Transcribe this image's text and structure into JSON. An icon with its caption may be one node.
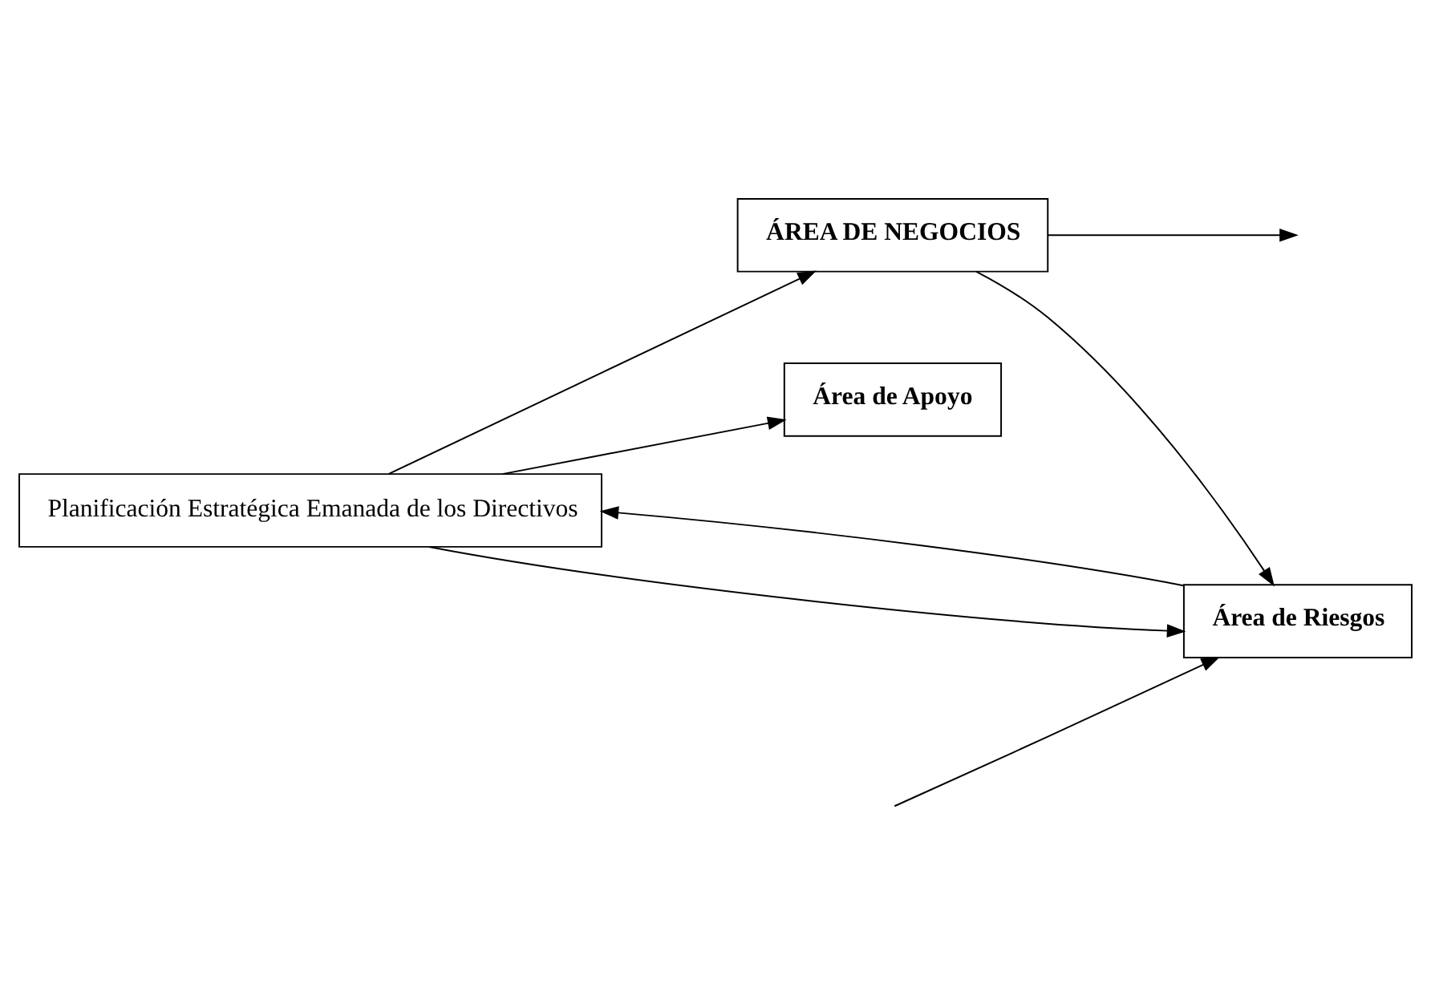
{
  "diagram": {
    "nodes": [
      {
        "text": [
          "Planificación Estratégica Emanada de los Directivos"
        ]
      },
      {
        "text": [
          "ÁREA DE NEGOCIOS"
        ]
      },
      {
        "text": [
          "Área de Apoyo"
        ]
      },
      {
        "text": [
          "Área de Riesgos"
        ]
      }
    ],
    "edges": [
      {
        "from": 0,
        "to": 1,
        "arrow": "to"
      },
      {
        "from": 0,
        "to": 2,
        "arrow": "to"
      },
      {
        "from": 0,
        "to": 3,
        "arrow": "to"
      },
      {
        "from": 1,
        "to": 3,
        "arrow": "to"
      },
      {
        "from": 1,
        "to": null,
        "arrow": "to"
      },
      {
        "from": null,
        "to": 3,
        "arrow": "to"
      },
      {
        "from": 3,
        "to": 0,
        "arrow": "to"
      }
    ]
  }
}
